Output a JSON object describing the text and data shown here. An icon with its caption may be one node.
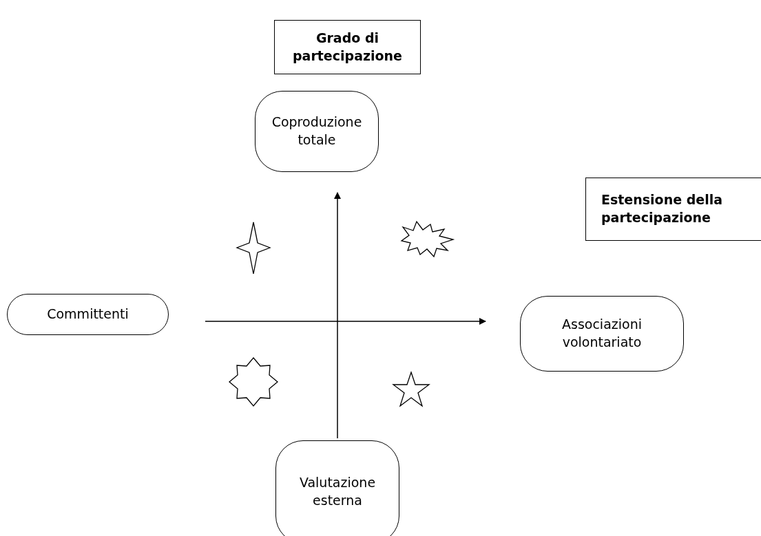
{
  "diagram": {
    "nodes": [
      {
        "text": [
          "Grado di partecipazione"
        ]
      },
      {
        "text": [
          "Coproduzione totale"
        ]
      },
      {
        "text": [
          "Estensione della partecipazione"
        ]
      },
      {
        "text": [
          "Committenti"
        ]
      },
      {
        "text": [
          "Associazioni volontariato"
        ]
      },
      {
        "text": [
          "Valutazione esterna"
        ]
      }
    ]
  }
}
